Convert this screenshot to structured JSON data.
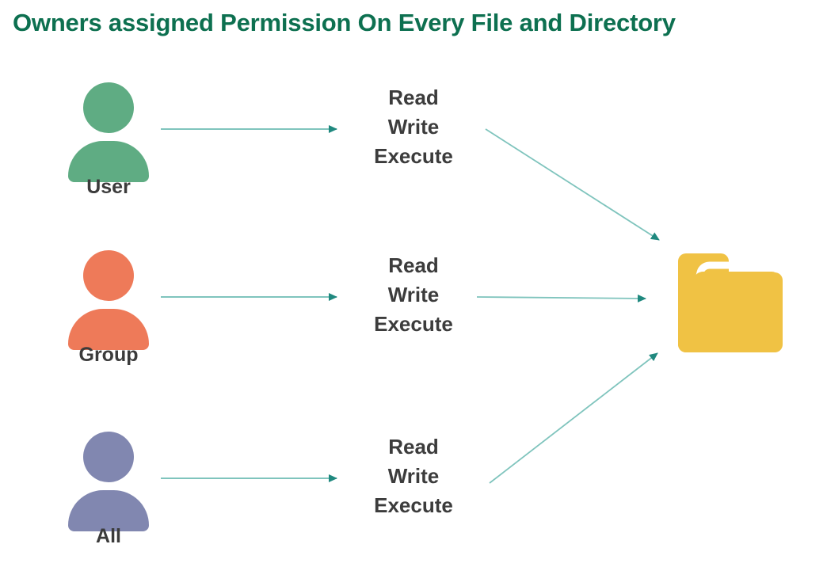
{
  "page": {
    "title": "Owners assigned Permission On Every File and Directory",
    "background_color": "#ffffff"
  },
  "colors": {
    "title_green": "#0d7050",
    "arrow_teal": "#2a9087",
    "text_dark": "#3b3b3b",
    "user_green": "#5fac83",
    "group_orange": "#ee7a59",
    "all_purple": "#8187b0",
    "folder_amber": "#f0c244"
  },
  "actors": [
    {
      "id": "user",
      "label": "User",
      "icon": "person-icon",
      "color": "#5fac83"
    },
    {
      "id": "group",
      "label": "Group",
      "icon": "person-icon",
      "color": "#ee7a59"
    },
    {
      "id": "all",
      "label": "All",
      "icon": "person-icon",
      "color": "#8187b0"
    }
  ],
  "permissions": {
    "lines": [
      "Read",
      "Write",
      "Execute"
    ],
    "blocks": [
      {
        "for": "user",
        "read": "Read",
        "write": "Write",
        "execute": "Execute"
      },
      {
        "for": "group",
        "read": "Read",
        "write": "Write",
        "execute": "Execute"
      },
      {
        "for": "all",
        "read": "Read",
        "write": "Write",
        "execute": "Execute"
      }
    ]
  },
  "target": {
    "id": "folder",
    "icon": "folder-icon",
    "label": "",
    "color": "#f0c244"
  },
  "arrows": {
    "actor_to_permission": [
      {
        "from": "user",
        "to": "permission-user"
      },
      {
        "from": "group",
        "to": "permission-group"
      },
      {
        "from": "all",
        "to": "permission-all"
      }
    ],
    "permission_to_folder": [
      {
        "from": "permission-user",
        "to": "folder"
      },
      {
        "from": "permission-group",
        "to": "folder"
      },
      {
        "from": "permission-all",
        "to": "folder"
      }
    ]
  }
}
